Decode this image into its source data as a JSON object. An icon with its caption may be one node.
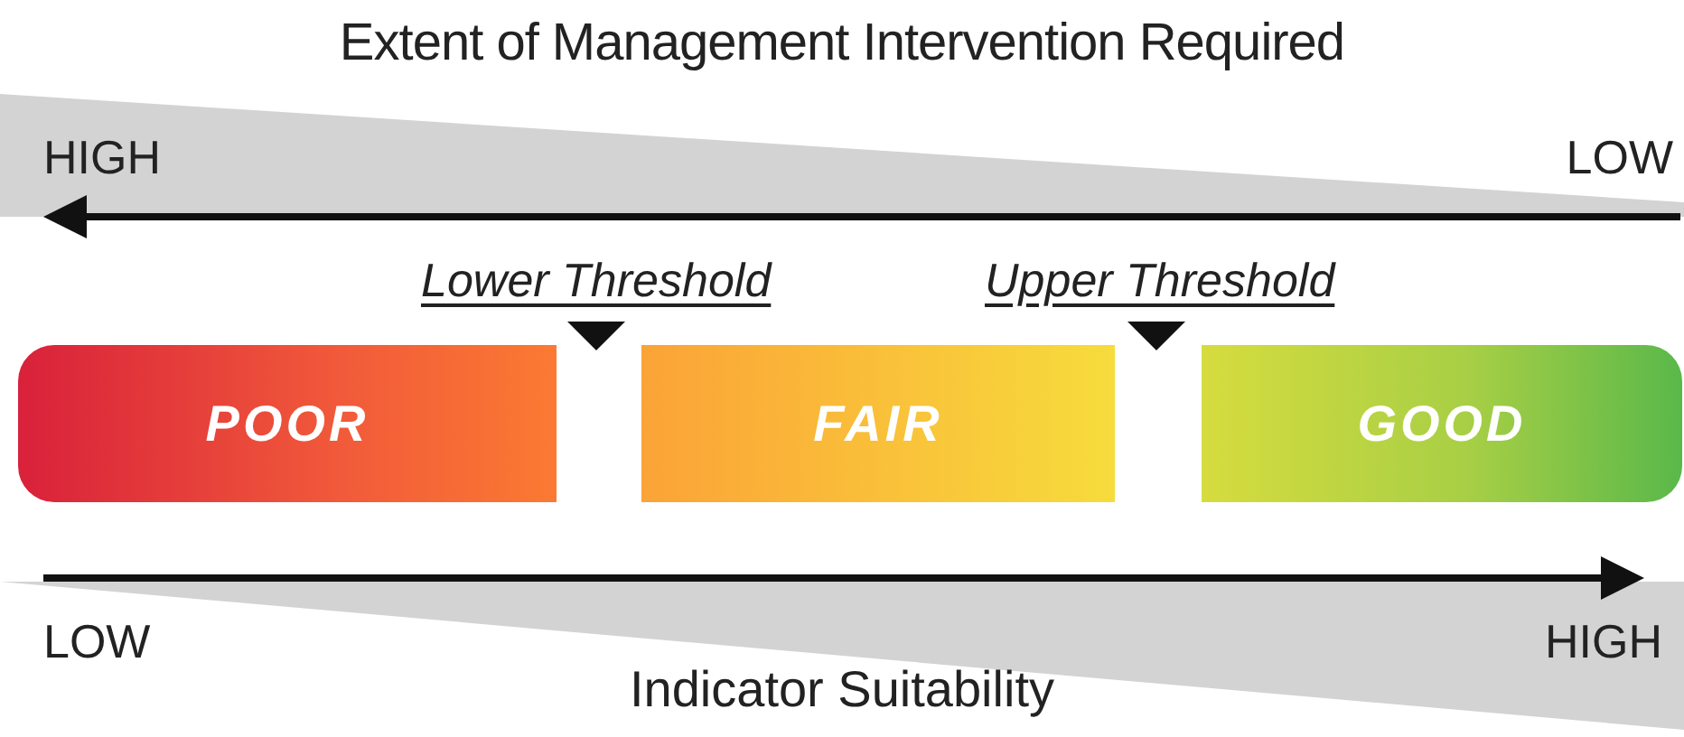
{
  "diagram": {
    "title": "Extent of Management Intervention Required",
    "nodes": [
      {
        "text": [
          "POOR"
        ]
      },
      {
        "text": [
          "FAIR"
        ]
      },
      {
        "text": [
          "GOOD"
        ]
      }
    ],
    "labels": [
      "HIGH",
      "LOW",
      "Lower Threshold",
      "Upper Threshold",
      "LOW",
      "HIGH",
      "Indicator Suitability"
    ]
  }
}
